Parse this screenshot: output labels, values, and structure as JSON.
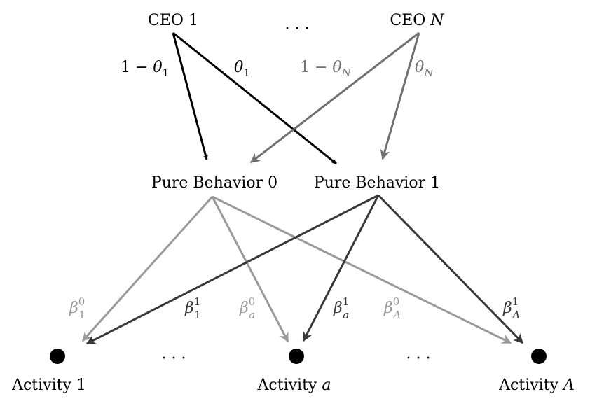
{
  "colors": {
    "black": "#000000",
    "dark_gray": "#383838",
    "medium_gray": "#707070",
    "light_gray": "#9a9a9a"
  },
  "top": {
    "ceo_first": {
      "name": "CEO",
      "index": "1"
    },
    "ellipsis": "· · ·",
    "ceo_last": {
      "name": "CEO",
      "index": "N"
    },
    "weights": {
      "one_minus_theta_1": {
        "prefix": "1 − ",
        "symbol": "θ",
        "sub": "1"
      },
      "theta_1": {
        "symbol": "θ",
        "sub": "1"
      },
      "one_minus_theta_N": {
        "prefix": "1 − ",
        "symbol": "θ",
        "sub": "N"
      },
      "theta_N": {
        "symbol": "θ",
        "sub": "N"
      }
    }
  },
  "middle": {
    "pure_behavior_0": "Pure Behavior 0",
    "pure_behavior_1": "Pure Behavior 1"
  },
  "betas": {
    "b0_1": {
      "symbol": "β",
      "sup": "0",
      "sub": "1"
    },
    "b1_1": {
      "symbol": "β",
      "sup": "1",
      "sub": "1"
    },
    "b0_a": {
      "symbol": "β",
      "sup": "0",
      "sub": "a"
    },
    "b1_a": {
      "symbol": "β",
      "sup": "1",
      "sub": "a"
    },
    "b0_A": {
      "symbol": "β",
      "sup": "0",
      "sub": "A"
    },
    "b1_A": {
      "symbol": "β",
      "sup": "1",
      "sub": "A"
    }
  },
  "bottom": {
    "activity_1": {
      "name": "Activity",
      "index": "1"
    },
    "ellipsis_left": "· · ·",
    "activity_a": {
      "name": "Activity",
      "index": "a"
    },
    "ellipsis_right": "· · ·",
    "activity_A": {
      "name": "Activity",
      "index": "A"
    }
  }
}
